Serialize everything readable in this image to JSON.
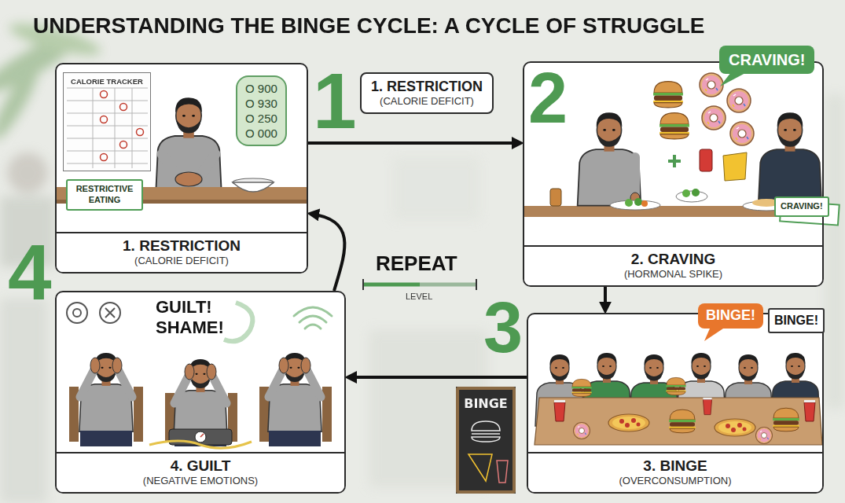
{
  "diagram": {
    "title": "UNDERSTANDING THE BINGE CYCLE: A CYCLE OF STRUGGLE",
    "nodes": [
      {
        "text": [
          "1. RESTRICTION",
          "(CALORIE DEFICIT)"
        ]
      },
      {
        "text": [
          "CALORIE TRACKER"
        ],
        "in": 0
      },
      {
        "text": [
          "O 900",
          "O 930",
          "O 250",
          "O 000"
        ],
        "in": 0
      },
      {
        "text": [
          "RESTRICTIVE EATING"
        ],
        "in": 0
      },
      {
        "text": [
          "1. RESTRICTION",
          "(CALORIE DEFICIT)"
        ]
      },
      {
        "text": [
          "CRAVING!"
        ]
      },
      {
        "text": [
          "2. CRAVING",
          "(HORMONAL SPIKE)"
        ]
      },
      {
        "text": [
          "CRAVING!"
        ],
        "in": 6
      },
      {
        "text": [
          "3. BINGE",
          "(OVERCONSUMPTION)"
        ]
      },
      {
        "text": [
          "BINGE!"
        ],
        "in": 8
      },
      {
        "text": [
          "BINGE!"
        ],
        "in": 8
      },
      {
        "text": [
          "BINGE"
        ]
      },
      {
        "text": [
          "4. GUILT",
          "(NEGATIVE EMOTIONS)"
        ]
      }
    ],
    "edges": [
      {
        "from": 0,
        "to": 6,
        "arrow": "to"
      },
      {
        "from": 6,
        "to": 8,
        "arrow": "to"
      },
      {
        "from": 8,
        "to": 12,
        "arrow": "to"
      },
      {
        "from": 12,
        "to": 0,
        "arrow": "to"
      }
    ],
    "labels": [
      "1",
      "2",
      "3",
      "4",
      "REPEAT",
      "LEVEL",
      "GUILT!",
      "SHAME!"
    ]
  }
}
